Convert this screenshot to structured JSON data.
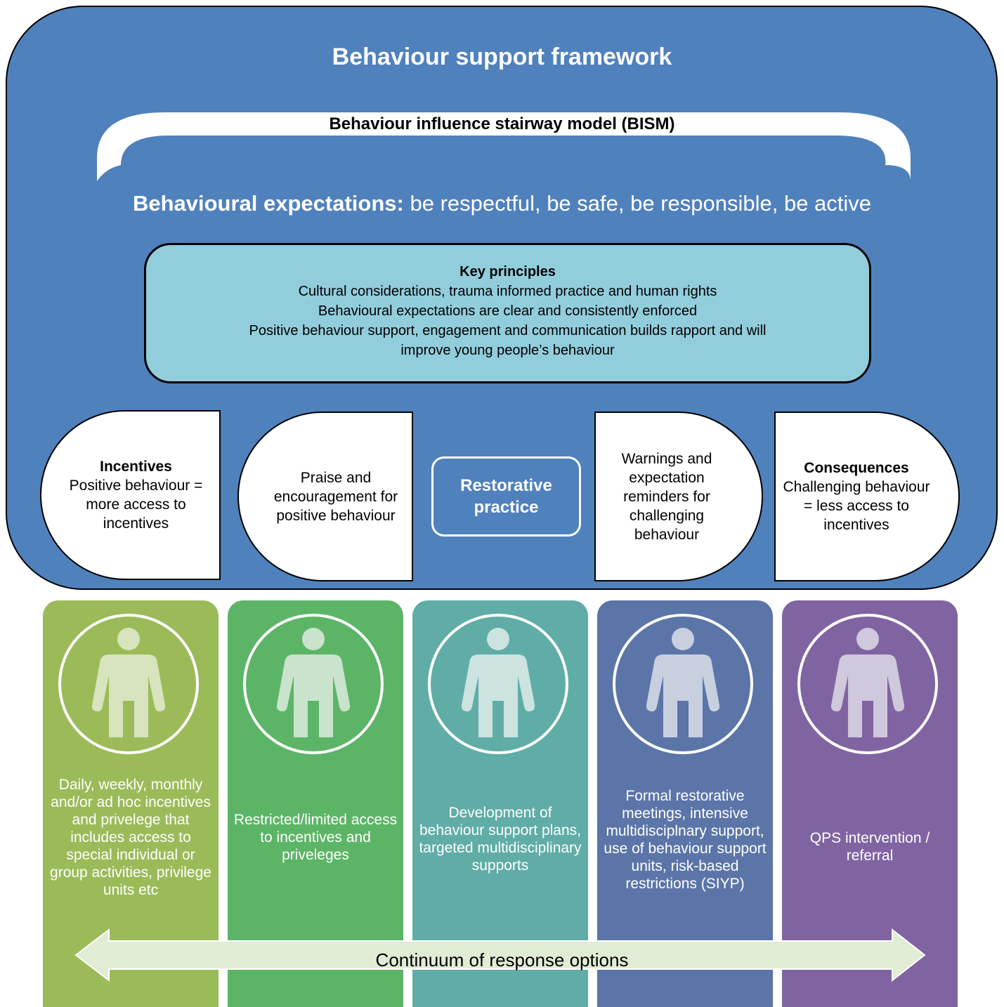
{
  "framework": {
    "title": "Behaviour support framework"
  },
  "bism": {
    "title": "Behaviour influence stairway model (BISM)"
  },
  "expectations": {
    "label": "Behavioural expectations:",
    "text": " be respectful, be safe, be responsible, be active"
  },
  "key_principles": {
    "heading": "Key principles",
    "lines": [
      "Cultural considerations, trauma informed practice and human rights",
      "Behavioural expectations are clear and consistently enforced",
      "Positive behaviour support, engagement and communication builds rapport and will",
      "improve young people’s behaviour"
    ]
  },
  "pills": {
    "incentives": {
      "heading": "Incentives",
      "text": "Positive behaviour = more access to incentives"
    },
    "praise": {
      "text": "Praise and encouragement for positive behaviour"
    },
    "warnings": {
      "text": "Warnings and expectation reminders for challenging behaviour"
    },
    "consequences": {
      "heading": "Consequences",
      "text": "Challenging behaviour = less access to incentives"
    }
  },
  "restorative": {
    "text": "Restorative practice"
  },
  "columns": [
    {
      "text": "Daily, weekly, monthly and/or ad hoc incentives and privelege that includes access to special individual or group activities, privilege units etc",
      "color": "#9bbb59",
      "figure": "#d7e4bd"
    },
    {
      "text": "Restricted/limited access to incentives and priveleges",
      "color": "#5cb567",
      "figure": "#c9e3cc"
    },
    {
      "text": "Development of behaviour support plans, targeted multidisciplinary supports",
      "color": "#5fada6",
      "figure": "#cce3e0"
    },
    {
      "text": "Formal restorative meetings, intensive multidisciplnary support, use of behaviour support units, risk-based restrictions (SIYP)",
      "color": "#5b75a8",
      "figure": "#c8d0e0"
    },
    {
      "text": "QPS intervention / referral",
      "color": "#8064a2",
      "figure": "#d0c8dc"
    }
  ],
  "continuum": {
    "label": "Continuum of response options"
  }
}
